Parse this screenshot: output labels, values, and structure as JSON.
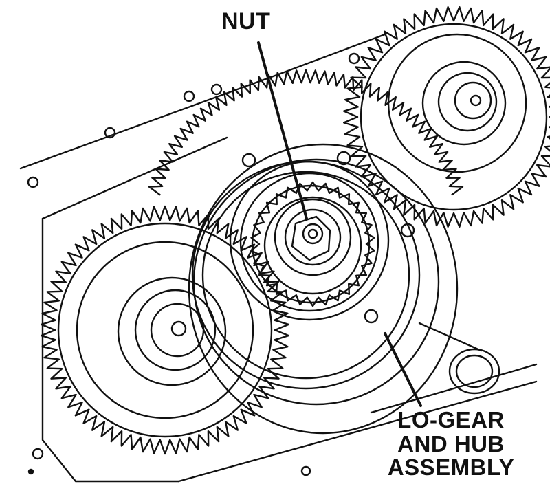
{
  "labels": {
    "nut": "NUT",
    "lo_gear_line1": "LO-GEAR",
    "lo_gear_line2": "AND HUB",
    "lo_gear_line3": "ASSEMBLY"
  },
  "colors": {
    "ink": "#111111",
    "paper": "#ffffff"
  }
}
